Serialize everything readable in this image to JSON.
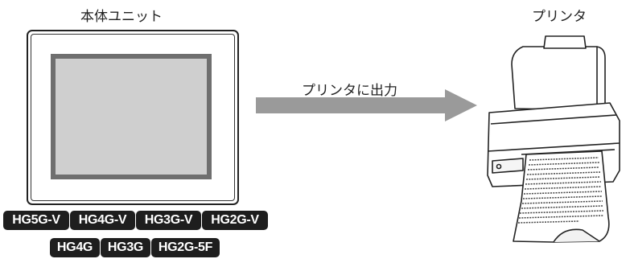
{
  "labels": {
    "main_unit": "本体ユニット",
    "printer": "プリンタ",
    "arrow": "プリンタに出力"
  },
  "models": {
    "row1": [
      "HG5G-V",
      "HG4G-V",
      "HG3G-V",
      "HG2G-V"
    ],
    "row2": [
      "HG4G",
      "HG3G",
      "HG2G-5F"
    ]
  },
  "colors": {
    "arrow": "#9a9a9a",
    "badge_bg": "#1e1e1e",
    "screen_frame": "#6f6f6f",
    "screen": "#cfcfcf"
  },
  "icons": [
    "hmi-unit-icon",
    "printer-icon",
    "arrow-right-icon"
  ]
}
